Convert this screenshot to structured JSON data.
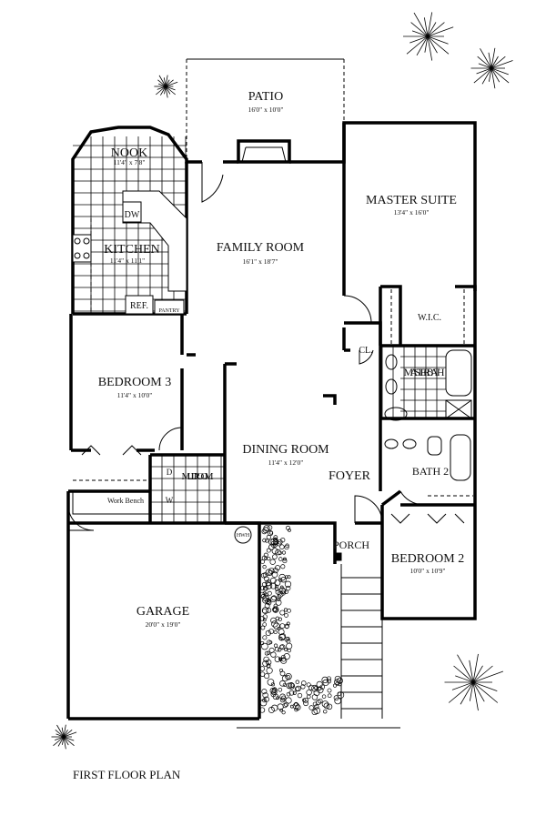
{
  "title": "FIRST FLOOR PLAN",
  "rooms": {
    "patio": {
      "name": "PATIO",
      "dim": "16'0\" x 10'0\""
    },
    "nook": {
      "name": "NOOK",
      "dim": "11'4\" x 7'8\""
    },
    "kitchen": {
      "name": "KITCHEN",
      "dim": "11'4\" x 11'1\""
    },
    "family": {
      "name": "FAMILY ROOM",
      "dim": "16'1\" x 18'7\""
    },
    "master": {
      "name": "MASTER SUITE",
      "dim": "13'4\" x 16'0\""
    },
    "wic": {
      "name": "W.I.C."
    },
    "closet": {
      "name": "CL."
    },
    "master_bath": {
      "name": "MASTER BATH"
    },
    "bedroom3": {
      "name": "BEDROOM 3",
      "dim": "11'4\" x 10'0\""
    },
    "dining": {
      "name": "DINING ROOM",
      "dim": "11'4\" x 12'0\""
    },
    "foyer": {
      "name": "FOYER"
    },
    "bath2": {
      "name": "BATH 2"
    },
    "mud": {
      "name": "MUD ROOM"
    },
    "porch": {
      "name": "PORCH"
    },
    "bedroom2": {
      "name": "BEDROOM 2",
      "dim": "10'0\" x 10'9\""
    },
    "garage": {
      "name": "GARAGE",
      "dim": "20'0\" x 19'0\""
    }
  },
  "fixtures": {
    "dw": "DW",
    "ref": "REF.",
    "pantry": "PANTRY",
    "work_bench": "Work Bench",
    "hwh": "HWH",
    "dryer": "D",
    "washer": "W"
  }
}
